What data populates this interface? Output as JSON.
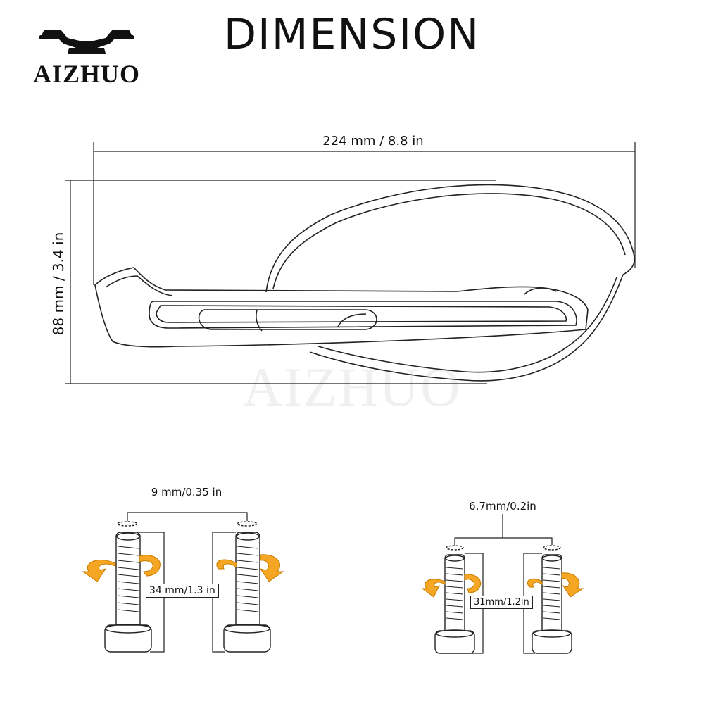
{
  "brand": {
    "name": "AIZHUO",
    "logo_icon": "handlebar-logo-icon"
  },
  "title": "DIMENSION",
  "handguard": {
    "width_label": "224 mm / 8.8 in",
    "height_label": "88 mm / 3.4 in"
  },
  "watermark": "AIZHUO",
  "bolt_set_large": {
    "head_label": "9 mm/0.35 in",
    "length_label": "34 mm/1.3 in"
  },
  "bolt_set_small": {
    "head_label": "6.7mm/0.2in",
    "length_label": "31mm/1.2in"
  },
  "colors": {
    "arrow": "#f5a623",
    "line": "#222222"
  }
}
